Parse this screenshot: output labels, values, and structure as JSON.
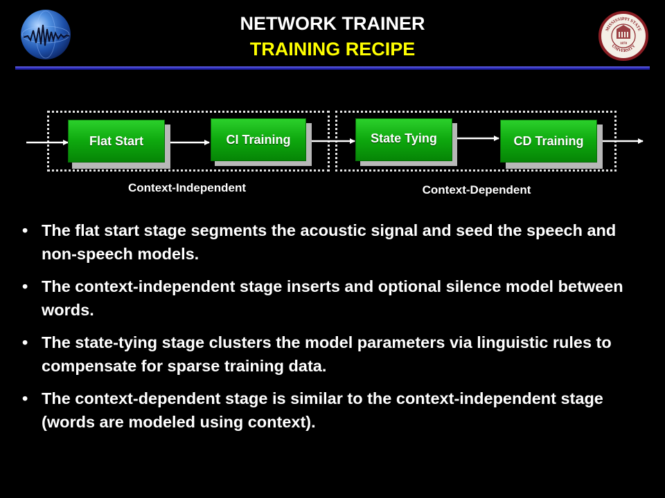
{
  "header": {
    "title": "NETWORK TRAINER",
    "subtitle": "TRAINING RECIPE",
    "title_color": "#ffffff",
    "subtitle_color": "#ffff00",
    "rule_color": "#3333cc"
  },
  "logos": {
    "left": "globe-logo",
    "right": "mississippi-state-university-seal",
    "seal_top_text": "MISSISSIPPI STATE",
    "seal_bottom_text": "UNIVERSITY",
    "seal_year": "1878"
  },
  "diagram": {
    "node_color": "#11aa11",
    "nodes": [
      {
        "label": "Flat Start"
      },
      {
        "label": "CI Training"
      },
      {
        "label": "State Tying"
      },
      {
        "label": "CD Training"
      }
    ],
    "groups": [
      {
        "label": "Context-Independent"
      },
      {
        "label": "Context-Dependent"
      }
    ]
  },
  "bullets": [
    {
      "text": "The flat start stage segments the acoustic signal and seed the speech and non-speech models."
    },
    {
      "text": "The context-independent stage inserts and optional silence model between words."
    },
    {
      "text": "The state-tying stage clusters the model parameters via linguistic rules to compensate for sparse training data."
    },
    {
      "text": "The context-dependent stage is similar to the context-independent stage (words are modeled using context)."
    }
  ]
}
